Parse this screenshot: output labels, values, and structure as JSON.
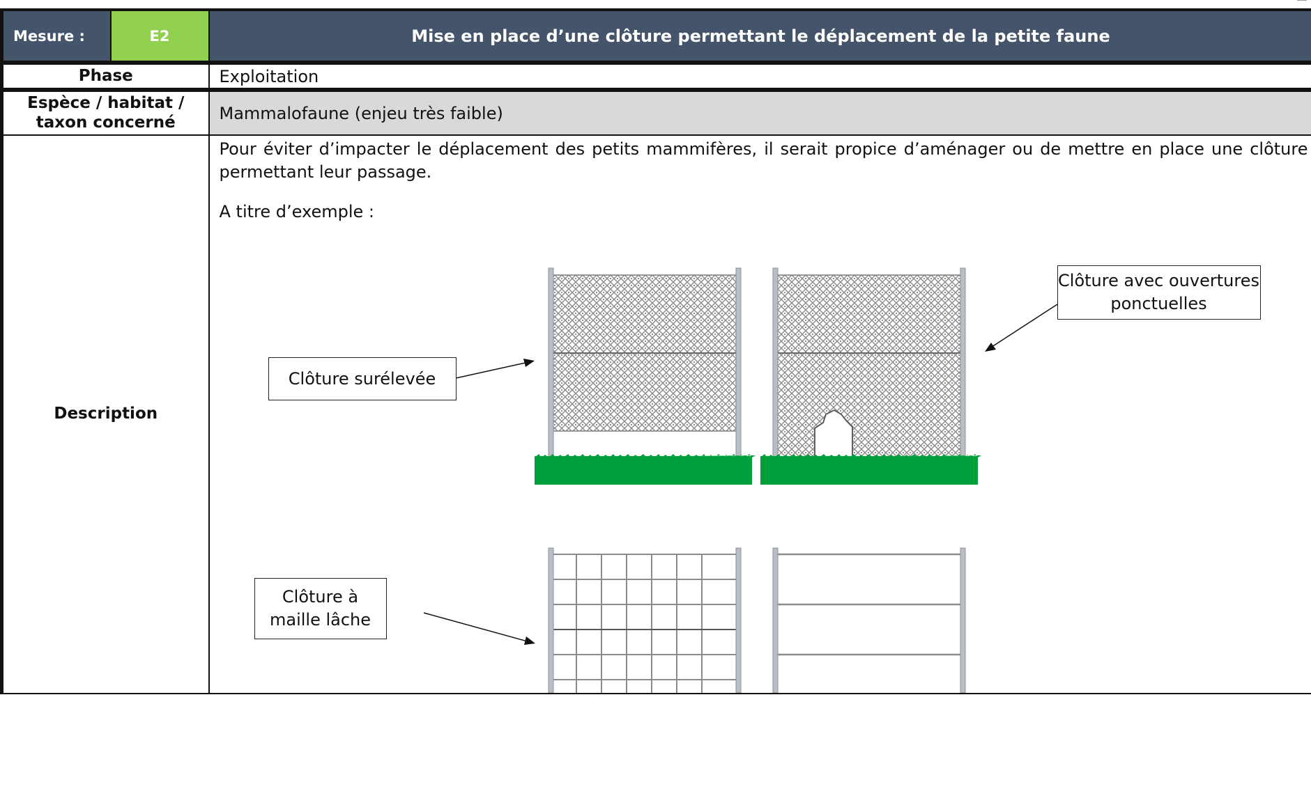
{
  "header": {
    "mesure_label": "Mesure :",
    "mesure_code": "E2",
    "mesure_title": "Mise en place d’une clôture permettant le déplacement de la petite faune"
  },
  "rows": {
    "phase": {
      "label": "Phase",
      "value": "Exploitation"
    },
    "espece": {
      "label": "Espèce / habitat / taxon concerné",
      "value": "Mammalofaune (enjeu très faible)"
    },
    "description": {
      "label": "Description",
      "paragraph_1": "Pour éviter d’impacter le déplacement des petits mammifères, il serait propice d’aménager ou de mettre en place une clôture permettant leur passage.",
      "paragraph_2": "A titre d’exemple :"
    }
  },
  "figure": {
    "callouts": {
      "elevated": "Clôture surélevée",
      "openings": "Clôture avec ouvertures ponctuelles",
      "loose_mesh": "Clôture à maille lâche"
    }
  },
  "colors": {
    "header_bg": "#44546a",
    "code_bg": "#92d050",
    "grey_row": "#d9d9d9",
    "grass": "#00a03c"
  }
}
